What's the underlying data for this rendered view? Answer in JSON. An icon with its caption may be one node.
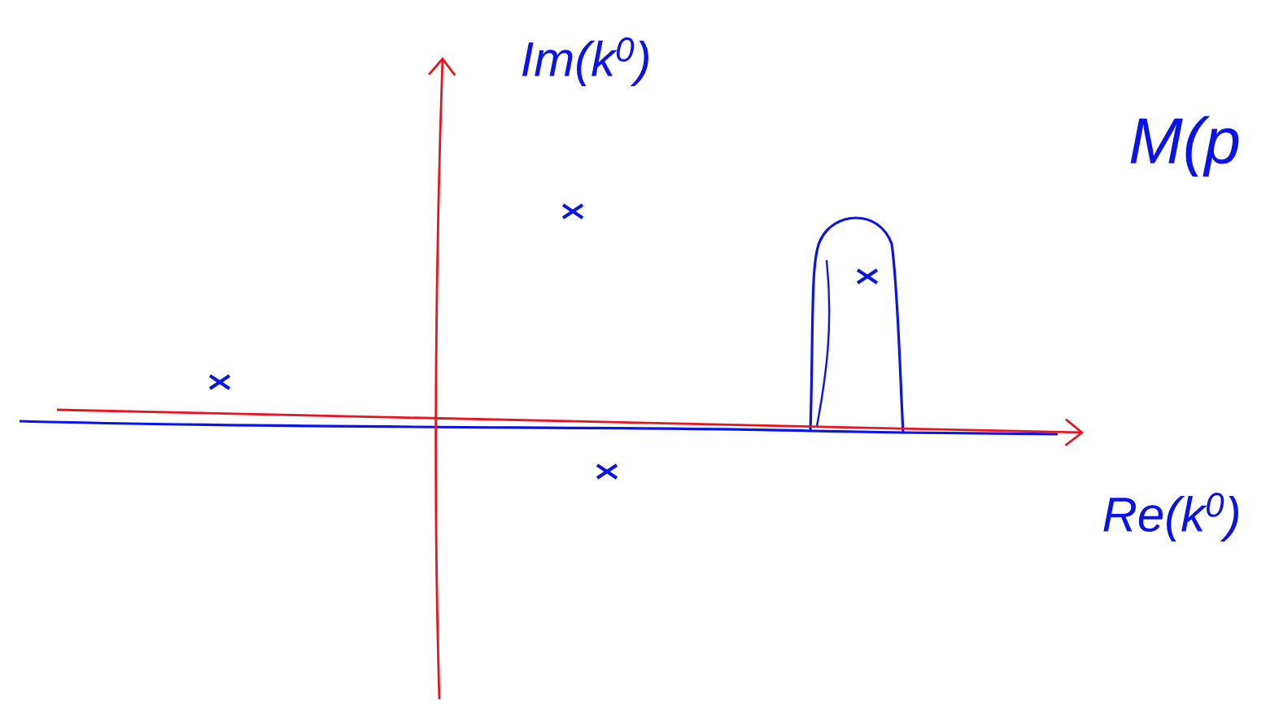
{
  "diagram": {
    "labels": [
      "Im(k$^{0}$)",
      "M(p",
      "Re(k$^{0}$)"
    ]
  }
}
